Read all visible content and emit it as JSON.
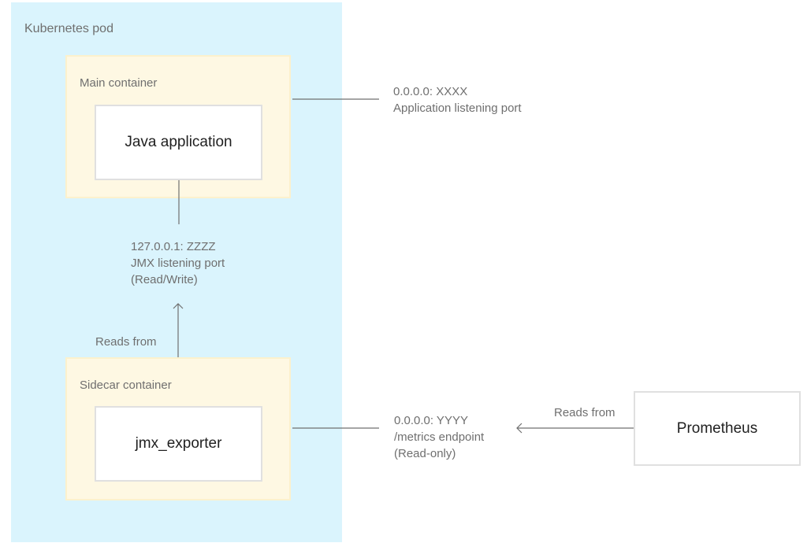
{
  "pod": {
    "label": "Kubernetes pod"
  },
  "main_container": {
    "label": "Main container",
    "app_box": "Java application"
  },
  "sidecar_container": {
    "label": "Sidecar container",
    "exporter_box": "jmx_exporter"
  },
  "prometheus": {
    "label": "Prometheus"
  },
  "app_port_note": {
    "line1": "0.0.0.0: XXXX",
    "line2": "Application listening port"
  },
  "jmx_port_note": {
    "line1": "127.0.0.1: ZZZZ",
    "line2": "JMX listening port",
    "line3": "(Read/Write)"
  },
  "metrics_note": {
    "line1": "0.0.0.0: YYYY",
    "line2": "/metrics endpoint",
    "line3": "(Read-only)"
  },
  "edges": {
    "sidecar_to_jmx": "Reads from",
    "prometheus_to_metrics": "Reads from"
  },
  "colors": {
    "pod_fill": "#daf4fd",
    "container_fill": "#fef8e3",
    "container_border": "#fcf1cd",
    "box_fill": "#ffffff",
    "box_border": "#e0e0e0",
    "line": "#6f6f6f",
    "text": "#6f6f6f",
    "box_text": "#1f1f1f"
  }
}
